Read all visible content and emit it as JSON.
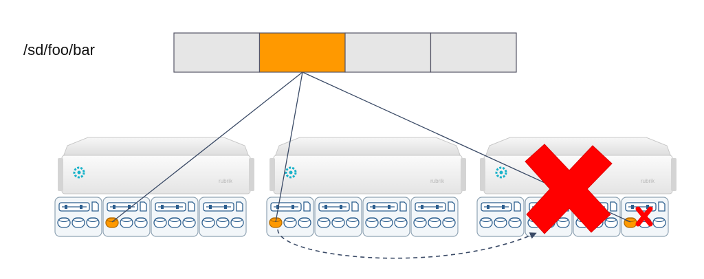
{
  "file_path": "/sd/foo/bar",
  "colors": {
    "cell_fill": "#e6e6e6",
    "cell_border": "#555566",
    "highlight": "#ff9900",
    "line": "#3a4a66",
    "failure_x": "#ff0000",
    "node_frame": "#b9c6cf",
    "disk_tray": "#f2f6f9",
    "disk_stroke": "#2d5f8f"
  },
  "stripe": {
    "cells": 4,
    "highlighted_index": 1
  },
  "nodes": [
    {
      "label": "rubrik",
      "failed": false,
      "highlight_tray": 1
    },
    {
      "label": "rubrik",
      "failed": false,
      "highlight_tray": 0
    },
    {
      "label": "rubrik",
      "failed": true,
      "highlight_tray": 3
    }
  ],
  "icons": {
    "logo": "rubrik-logo-icon",
    "disk_tray": "disk-tray-icon",
    "failure": "x-mark-icon",
    "arrow": "dashed-arrow-icon"
  }
}
